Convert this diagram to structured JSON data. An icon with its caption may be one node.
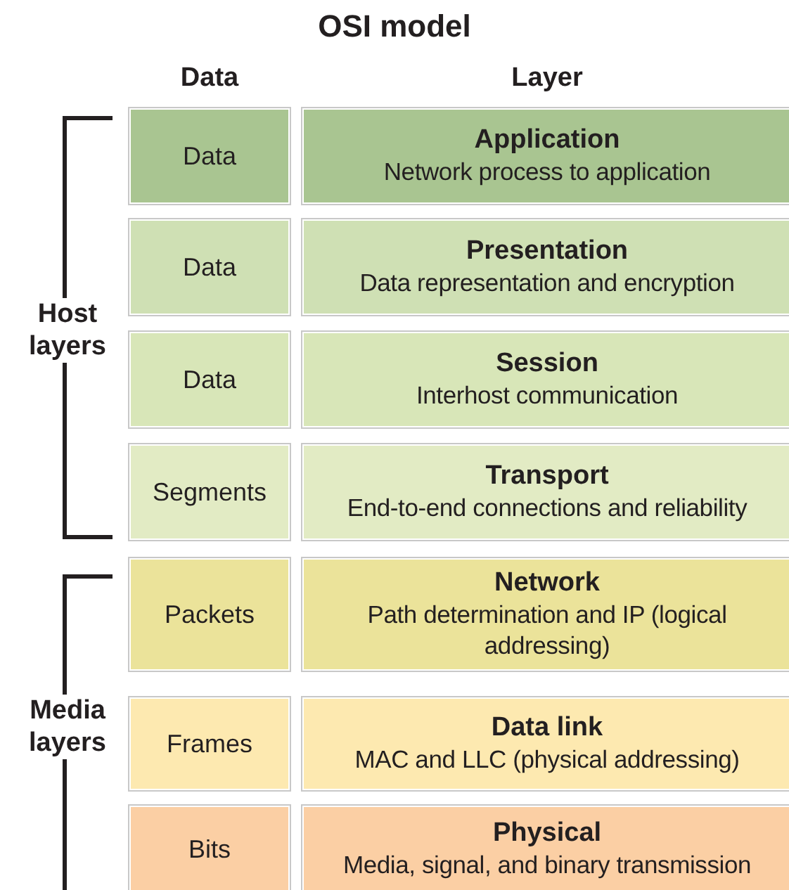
{
  "diagram": {
    "title": "OSI model",
    "nodes": [
      {
        "text": [
          "Data"
        ]
      },
      {
        "text": [
          "Application",
          "Network process to application"
        ]
      },
      {
        "text": [
          "Data"
        ]
      },
      {
        "text": [
          "Presentation",
          "Data representation and encryption"
        ]
      },
      {
        "text": [
          "Data"
        ]
      },
      {
        "text": [
          "Session",
          "Interhost communication"
        ]
      },
      {
        "text": [
          "Segments"
        ]
      },
      {
        "text": [
          "Transport",
          "End-to-end connections and reliability"
        ]
      },
      {
        "text": [
          "Packets"
        ]
      },
      {
        "text": [
          "Network",
          "Path determination and IP (logical addressing)"
        ]
      },
      {
        "text": [
          "Frames"
        ]
      },
      {
        "text": [
          "Data link",
          "MAC and LLC (physical addressing)"
        ]
      },
      {
        "text": [
          "Bits"
        ]
      },
      {
        "text": [
          "Physical",
          "Media, signal, and binary transmission"
        ]
      }
    ],
    "edges": [],
    "labels": [
      "Data",
      "Layer",
      "Host layers",
      "Media layers"
    ]
  }
}
